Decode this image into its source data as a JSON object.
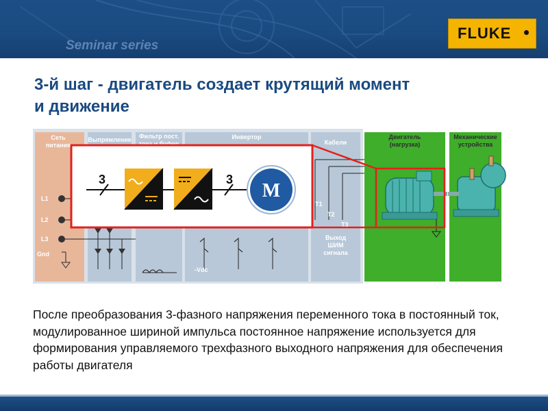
{
  "header": {
    "series": "Seminar series",
    "logo": "FLUKE"
  },
  "title": {
    "line1": "3-й шаг - двигатель создает крутящий момент",
    "line2": "и движение"
  },
  "diagram": {
    "sections": {
      "mains": "Сеть питания",
      "rectifier": "Выпрямление",
      "filter": "Фильтр пост. тока и буфер",
      "inverter": "Инвертор",
      "cables": "Кабели",
      "motor": "Двигатель (нагрузка)",
      "mechanical": "Механические устройства"
    },
    "terminals": [
      "L1",
      "L2",
      "L3",
      "Gnd"
    ],
    "outputs": [
      "T1",
      "T2",
      "T3"
    ],
    "vdc": "-Vdc",
    "pwm_output": "Выход ШИМ сигнала",
    "inset": {
      "input_phases": "3",
      "output_phases": "3",
      "motor_symbol": "M"
    },
    "colors": {
      "mains": "#e8b79a",
      "rectifier_panel": "#b8c8d8",
      "motor_panel": "#3fae2a",
      "highlight": "#e3211c"
    }
  },
  "body": {
    "text": "После преобразования 3-фазного напряжения переменного тока в постоянный ток, модулированное шириной импульса постоянное напряжение используется для формирования управляемого трехфазного выходного напряжения для обеспечения работы двигателя"
  }
}
